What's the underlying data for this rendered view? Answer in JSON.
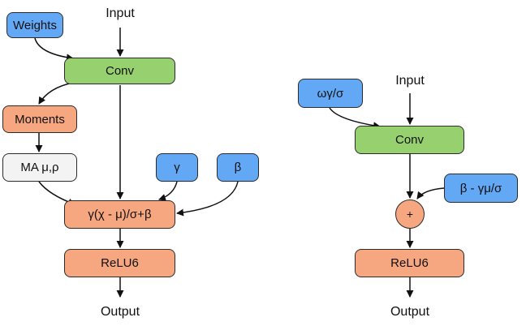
{
  "left": {
    "weights": "Weights",
    "input": "Input",
    "conv": "Conv",
    "moments": "Moments",
    "ma": "MA μ,ρ",
    "gamma": "γ",
    "beta": "β",
    "bn_formula": "γ(χ - μ)/σ+β",
    "relu": "ReLU6",
    "output": "Output"
  },
  "right": {
    "scaled_weights": "ωγ/σ",
    "input": "Input",
    "conv": "Conv",
    "bias": "β - γμ/σ",
    "add": "+",
    "relu": "ReLU6",
    "output": "Output"
  },
  "colors": {
    "conv": "#97d16f",
    "param": "#62a8f5",
    "op": "#f7a77f",
    "stat": "#f3f3f3"
  }
}
